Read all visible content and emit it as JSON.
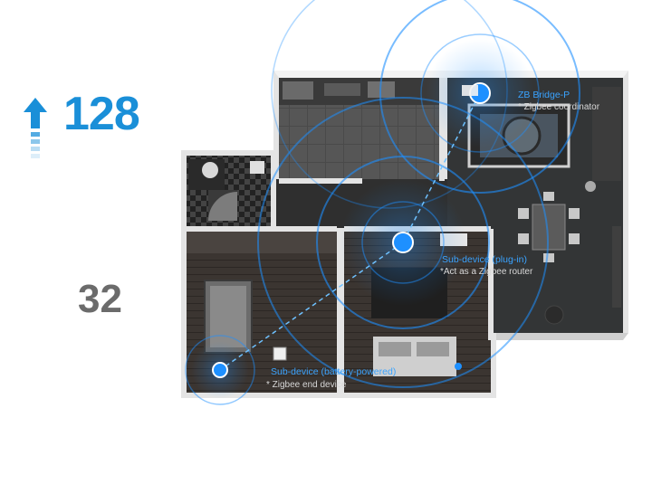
{
  "stats": {
    "top_value": "128",
    "bottom_value": "32",
    "top_color": "#1a8fd8",
    "bottom_color": "#6b6b6b",
    "arrow_icon": "arrow-up-icon"
  },
  "devices": {
    "bridge": {
      "title": "ZB Bridge-P",
      "note": "* Zigbee coordinator"
    },
    "plug": {
      "title": "Sub-device (plug-in)",
      "note": "*Act as a Zigbee router"
    },
    "battery": {
      "title": "Sub-device (battery-powered)",
      "note": "* Zigbee end device"
    }
  },
  "colors": {
    "signal": "#1e90ff",
    "floor": "#3a3a3a",
    "wall": "#e6e6e6"
  }
}
